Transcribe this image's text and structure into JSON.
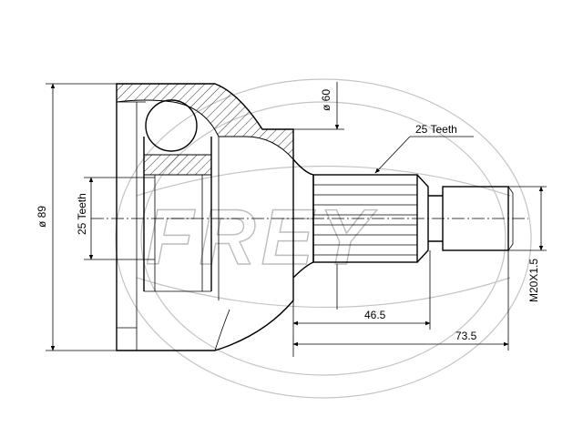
{
  "watermark": {
    "brand": "FREY"
  },
  "dimensions": {
    "outer_diameter": "ø 89",
    "inner_teeth": "25 Teeth",
    "bell_diameter": "ø 60",
    "shaft_teeth": "25 Teeth",
    "thread": "M20X1.5",
    "spline_length": "46.5",
    "total_length": "73.5"
  }
}
